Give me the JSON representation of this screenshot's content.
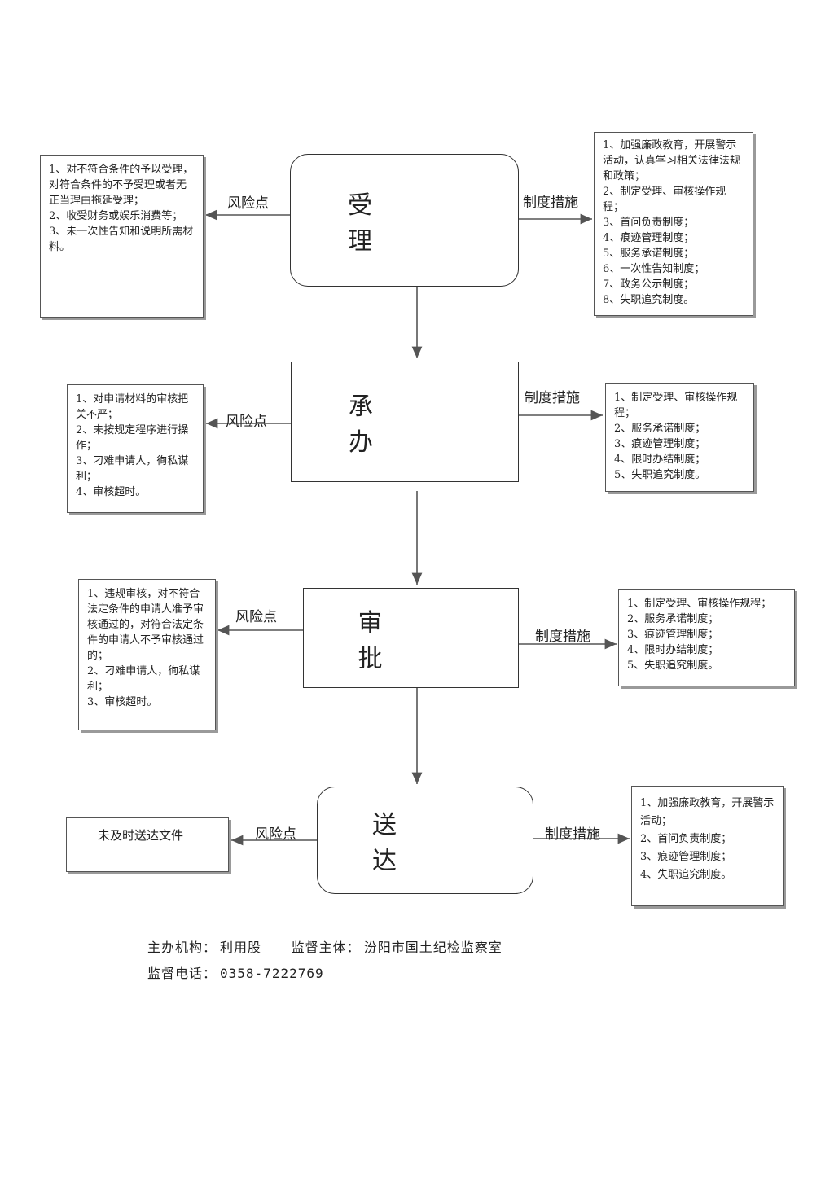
{
  "stages": {
    "s1": "受　理",
    "s2": "承　办",
    "s3": "审　批",
    "s4": "送　达"
  },
  "labels": {
    "risk": "风险点",
    "measure": "制度措施"
  },
  "risks": {
    "r1": [
      "1、对不符合条件的予以受理，对符合条件的不予受理或者无正当理由拖延受理；",
      "2、收受财务或娱乐消费等；",
      "3、未一次性告知和说明所需材料。"
    ],
    "r2": [
      "1、对申请材料的审核把关不严；",
      "2、未按规定程序进行操作；",
      "3、刁难申请人，徇私谋利；",
      "4、审核超时。"
    ],
    "r3": [
      "1、违规审核，对不符合法定条件的申请人准予审核通过的，对符合法定条件的申请人不予审核通过的；",
      "2、刁难申请人，徇私谋利；",
      "3、审核超时。"
    ],
    "r4": [
      "未及时送达文件"
    ]
  },
  "measures": {
    "m1": [
      "1、加强廉政教育，开展警示活动，认真学习相关法律法规和政策；",
      "2、制定受理、审核操作规程；",
      "3、首问负责制度；",
      "4、痕迹管理制度；",
      "5、服务承诺制度；",
      "6、一次性告知制度；",
      "7、政务公示制度；",
      "8、失职追究制度。"
    ],
    "m2": [
      "1、制定受理、审核操作规程；",
      "2、服务承诺制度；",
      "3、痕迹管理制度；",
      "4、限时办结制度；",
      "5、失职追究制度。"
    ],
    "m3": [
      "1、制定受理、审核操作规程；",
      "2、服务承诺制度；",
      "3、痕迹管理制度；",
      "4、限时办结制度；",
      "5、失职追究制度。"
    ],
    "m4": [
      "1、加强廉政教育，开展警示活动；",
      "2、首问负责制度；",
      "3、痕迹管理制度；",
      "4、失职追究制度。"
    ]
  },
  "footer": {
    "org_label": "主办机构：",
    "org": "利用股",
    "sup_label": "监督主体：",
    "sup": "汾阳市国土纪检监察室",
    "phone_label": "监督电话：",
    "phone": "0358-7222769"
  }
}
